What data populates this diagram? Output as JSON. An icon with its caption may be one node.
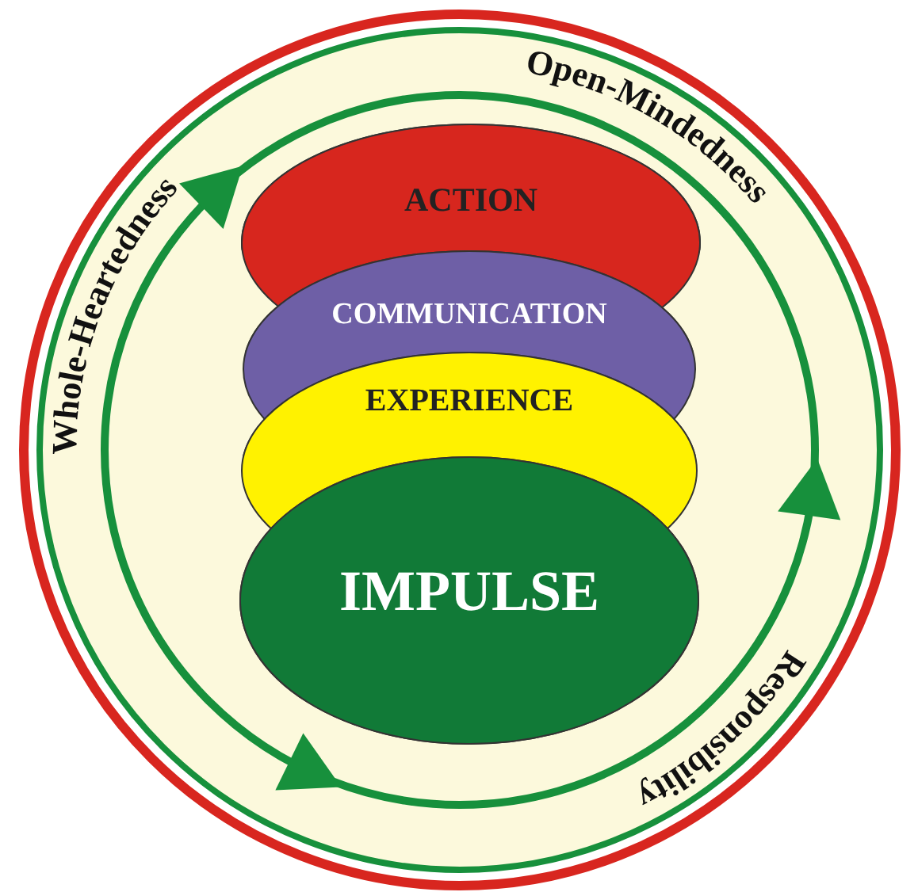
{
  "diagram": {
    "nodes": [
      {
        "text": [
          "ACTION"
        ]
      },
      {
        "text": [
          "COMMUNICATION"
        ]
      },
      {
        "text": [
          "EXPERIENCE"
        ]
      },
      {
        "text": [
          "IMPULSE"
        ]
      }
    ],
    "labels": [
      "Open-Mindedness",
      "Responsibility",
      "Whole-Heartedness"
    ]
  }
}
